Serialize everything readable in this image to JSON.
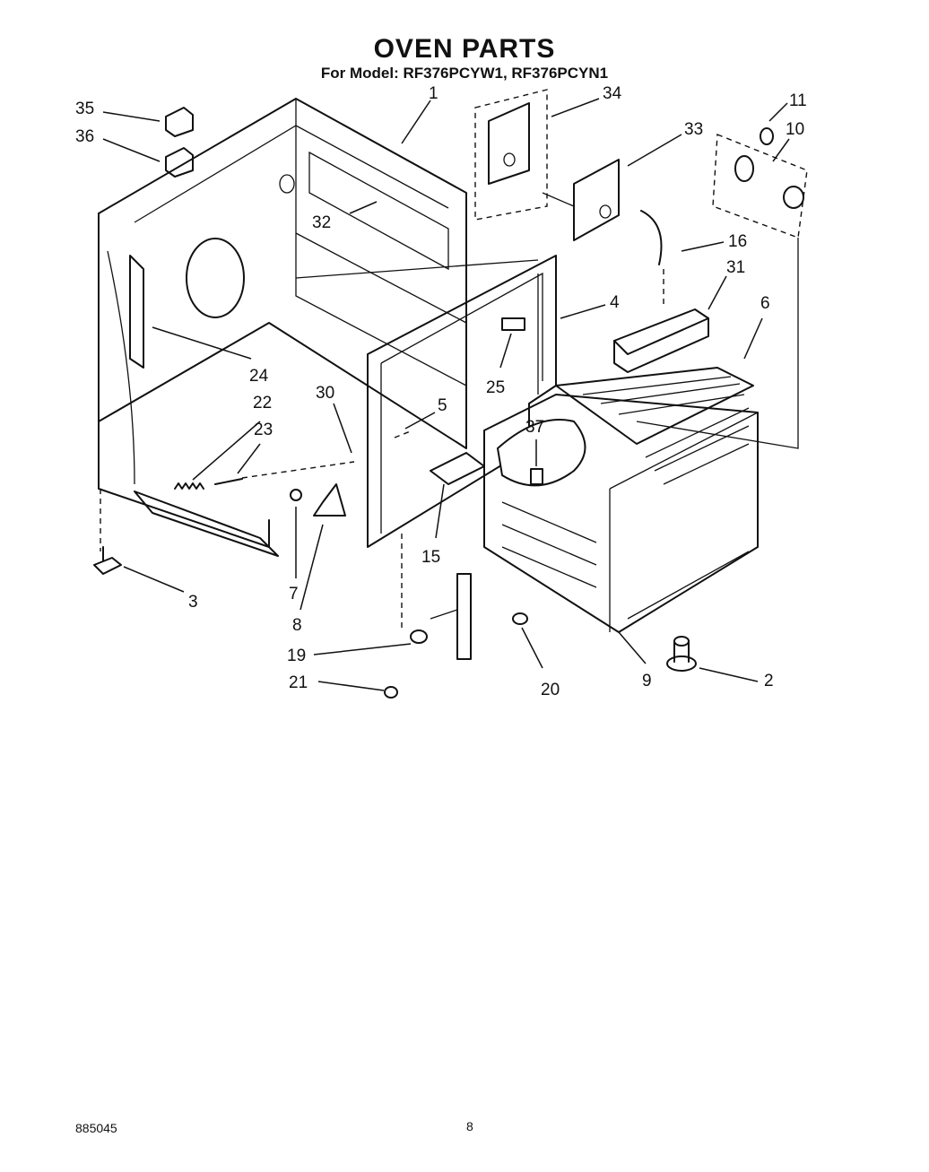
{
  "header": {
    "title": "OVEN PARTS",
    "subtitle": "For Model: RF376PCYW1, RF376PCYN1"
  },
  "callouts": [
    {
      "id": "c1",
      "label": "1"
    },
    {
      "id": "c2",
      "label": "2"
    },
    {
      "id": "c3",
      "label": "3"
    },
    {
      "id": "c4",
      "label": "4"
    },
    {
      "id": "c5",
      "label": "5"
    },
    {
      "id": "c6",
      "label": "6"
    },
    {
      "id": "c7",
      "label": "7"
    },
    {
      "id": "c8",
      "label": "8"
    },
    {
      "id": "c9",
      "label": "9"
    },
    {
      "id": "c10",
      "label": "10"
    },
    {
      "id": "c11",
      "label": "11"
    },
    {
      "id": "c15",
      "label": "15"
    },
    {
      "id": "c16",
      "label": "16"
    },
    {
      "id": "c19",
      "label": "19"
    },
    {
      "id": "c20",
      "label": "20"
    },
    {
      "id": "c21",
      "label": "21"
    },
    {
      "id": "c22",
      "label": "22"
    },
    {
      "id": "c23",
      "label": "23"
    },
    {
      "id": "c24",
      "label": "24"
    },
    {
      "id": "c25",
      "label": "25"
    },
    {
      "id": "c30",
      "label": "30"
    },
    {
      "id": "c31",
      "label": "31"
    },
    {
      "id": "c32",
      "label": "32"
    },
    {
      "id": "c33",
      "label": "33"
    },
    {
      "id": "c34",
      "label": "34"
    },
    {
      "id": "c35",
      "label": "35"
    },
    {
      "id": "c36",
      "label": "36"
    },
    {
      "id": "c37",
      "label": "37"
    }
  ],
  "footer": {
    "doc_number": "885045",
    "page_number": "8"
  }
}
